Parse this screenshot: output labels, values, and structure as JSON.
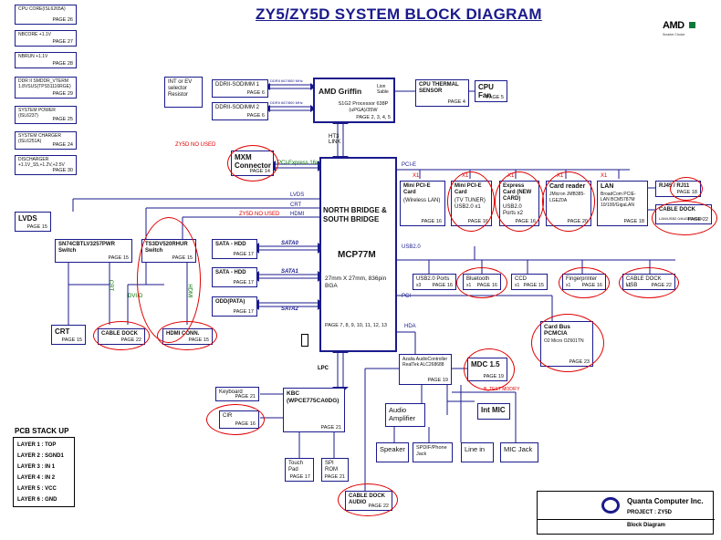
{
  "title": "ZY5/ZY5D  SYSTEM BLOCK DIAGRAM",
  "logo": "AMD",
  "logo_sub": "Smarter Choice",
  "power": [
    {
      "name": "CPU CORE(ISL6265A)",
      "page": "PAGE 26"
    },
    {
      "name": "NBCORE +1.1V",
      "page": "PAGE 27"
    },
    {
      "name": "NBRUN +1.1V",
      "page": "PAGE 28"
    },
    {
      "name": "DDR II SMDDR_VTERM 1.8VSUS(TPS51116RGE)",
      "page": "PAGE 29"
    },
    {
      "name": "SYSTEM POWER (ISL6237)",
      "page": "PAGE 25"
    },
    {
      "name": "SYSTEM CHARGER (ISL6251A)",
      "page": "PAGE 24"
    },
    {
      "name": "DISCHARGER +1.1V_S5,+1.2V,+2.5V",
      "page": "PAGE 30"
    }
  ],
  "cpu": {
    "name": "AMD Griffin",
    "sub": "Lion Sable",
    "desc": "S1G2 Processor 638P (uPGA)/35W",
    "page": "PAGE 2, 3, 4, 5"
  },
  "ddr1": {
    "name": "DDRII-SODIMM 1",
    "page": "PAGE 6"
  },
  "ddr2": {
    "name": "DDRII-SODIMM 2",
    "page": "PAGE 6"
  },
  "ddr_bus": "DDRII 667/800 MHz",
  "int_ev": "INT or EV selector Resistor",
  "cpu_thermal": {
    "name": "CPU THERMAL SENSOR",
    "page": "PAGE 4"
  },
  "cpu_fan": {
    "name": "CPU Fan",
    "page": "PAGE 5"
  },
  "ht3": "HT3 LINK",
  "mxm": {
    "name": "MXM Connector",
    "page": "PAGE 14",
    "note": "ZY5D NO USED",
    "bus": "PCI-Express 16x"
  },
  "nb": {
    "name": "NORTH BRIDGE & SOUTH BRIDGE",
    "chip": "MCP77M",
    "size": "27mm X 27mm, 836pin BGA",
    "page": "PAGE 7, 8, 9, 10, 11, 12, 13"
  },
  "lvds": {
    "name": "LVDS",
    "page": "PAGE 15",
    "bus": "LVDS"
  },
  "crt_bus": "CRT",
  "hdmi_bus": "HDMI",
  "zy5_note": "ZY5D NO USED",
  "sn74": {
    "name": "SN74CBTLV3257PWR Switch",
    "page": "PAGE 15"
  },
  "ts3": {
    "name": "TS3DV520RHUR Switch",
    "page": "PAGE 15"
  },
  "crt": {
    "name": "CRT",
    "page": "PAGE 15"
  },
  "cable_dock1": {
    "name": "CABLE DOCK",
    "page": "PAGE 22"
  },
  "hdmi_conn": {
    "name": "HDMI CONN.",
    "page": "PAGE 15"
  },
  "dvid": "DVI-D",
  "sata0": {
    "name": "SATA - HDD",
    "page": "PAGE 17",
    "bus": "SATA0"
  },
  "sata1": {
    "name": "SATA - HDD",
    "page": "PAGE 17",
    "bus": "SATA1"
  },
  "odd": {
    "name": "ODD(PATA)",
    "page": "PAGE 17",
    "bus": "SATA2"
  },
  "pcie_label": "PCI-E",
  "x1": "X1",
  "minipcie1": {
    "name": "Mini PCI-E Card",
    "sub": "(Wireless LAN)",
    "page": "PAGE 16"
  },
  "minipcie2": {
    "name": "Mini PCI-E Card",
    "sub": "(TV TUNER) USB2.0 x1",
    "page": "PAGE 16"
  },
  "express": {
    "name": "Express Card (NEW CARD)",
    "sub": "USB2.0 Ports x2",
    "page": "PAGE 16"
  },
  "cardreader": {
    "name": "Card reader",
    "sub": "JMicron JMB385-LGEZ0A",
    "page": "PAGE 20"
  },
  "lan": {
    "name": "LAN",
    "sub": "BroadCom PCIE-LAN BCM5787M 10/100/GigaLAN",
    "page": "PAGE 18"
  },
  "rj45": {
    "name": "RJ45 / RJ11",
    "page": "PAGE 18"
  },
  "cable_dock2": {
    "name": "CABLE DOCK",
    "page": "PAGE 22",
    "sub": "LAN/USB2.0/AUDIO/HDMI"
  },
  "usb_label": "USB2.0",
  "usb_ports": {
    "name": "USB2.0 Ports",
    "sub": "x3",
    "page": "PAGE 16"
  },
  "bluetooth": {
    "name": "Bluetooth",
    "sub": "x1",
    "page": "PAGE 16"
  },
  "ccd": {
    "name": "CCD",
    "sub": "x1",
    "page": "PAGE 15"
  },
  "fingerprint": {
    "name": "Fingerprinter",
    "sub": "x1",
    "page": "PAGE 16"
  },
  "cabledock_usb": {
    "name": "CABLE DOCK USB",
    "sub": "x1",
    "page": "PAGE 22"
  },
  "pci_label": "PCI",
  "cardbus": {
    "name": "Card Bus PCMCIA",
    "sub": "O2 Micro OZ601TN",
    "page": "PAGE 23"
  },
  "hda_label": "HDA",
  "azalia": {
    "name": "Azalia AudioController RealTek ALC268688",
    "page": "PAGE 19"
  },
  "mdc": {
    "name": "MDC 1.5",
    "page": "PAGE 19"
  },
  "modify": "B_TEST MODIFY",
  "intmic": {
    "name": "Int MIC"
  },
  "audioamp": {
    "name": "Audio Amplifier",
    "page": "PAGE 19"
  },
  "speaker": {
    "name": "Speaker"
  },
  "spdif": {
    "name": "SPDIF/Phone Jack"
  },
  "linein": {
    "name": "Line in"
  },
  "micjack": {
    "name": "MIC Jack"
  },
  "lpc": "LPC",
  "kbc": {
    "name": "KBC (WPCE775CA0DG)",
    "page": "PAGE 21"
  },
  "keyboard": {
    "name": "Keyboard",
    "page": "PAGE 21"
  },
  "cir": {
    "name": "CIR",
    "page": "PAGE 16"
  },
  "touchpad": {
    "name": "Touch Pad",
    "page": "PAGE 17"
  },
  "spirom": {
    "name": "SPI ROM",
    "page": "PAGE 21"
  },
  "cable_dock_audio": {
    "name": "CABLE DOCK AUDIO",
    "page": "PAGE 22"
  },
  "pcb_title": "PCB STACK UP",
  "layers": [
    "LAYER 1 : TOP",
    "LAYER 2 : SGND1",
    "LAYER 3 : IN 1",
    "LAYER 4 : IN 2",
    "LAYER 5 : VCC",
    "LAYER 6 : GND"
  ],
  "company": "Quanta Computer Inc.",
  "project": "PROJECT : ZY5D",
  "doc": "Block Diagram"
}
